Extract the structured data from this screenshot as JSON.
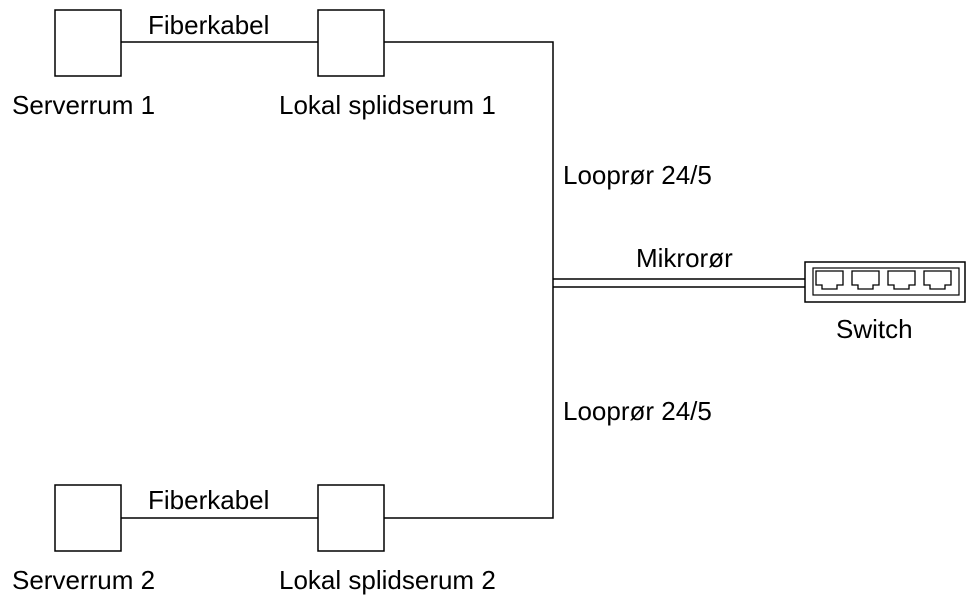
{
  "labels": {
    "server_room_1": "Serverrum 1",
    "server_room_2": "Serverrum 2",
    "splice_room_1": "Lokal splidserum 1",
    "splice_room_2": "Lokal splidserum 2",
    "fiber_cable_top": "Fiberkabel",
    "fiber_cable_bottom": "Fiberkabel",
    "loop_tube_top": "Looprør 24/5",
    "loop_tube_bottom": "Looprør 24/5",
    "micro_tube": "Mikrorør",
    "switch": "Switch"
  },
  "colors": {
    "stroke": "#000000",
    "background": "#ffffff"
  }
}
